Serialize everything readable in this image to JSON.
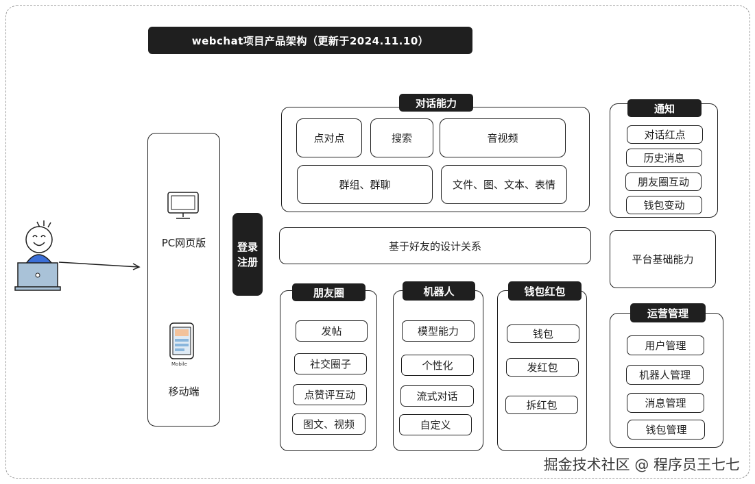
{
  "title": "webchat项目产品架构（更新于2024.11.10）",
  "clients": {
    "pc_label": "PC网页版",
    "mobile_label": "移动端",
    "mobile_screen_text": "Mobile"
  },
  "login_label": "登录注册",
  "chat": {
    "title": "对话能力",
    "items": [
      "点对点",
      "搜索",
      "音视频",
      "群组、群聊",
      "文件、图、文本、表情"
    ]
  },
  "friend_relation": "基于好友的设计关系",
  "moments": {
    "title": "朋友圈",
    "items": [
      "发帖",
      "社交圈子",
      "点赞评互动",
      "图文、视频"
    ]
  },
  "robot": {
    "title": "机器人",
    "items": [
      "模型能力",
      "个性化",
      "流式对话",
      "自定义"
    ]
  },
  "wallet": {
    "title": "钱包红包",
    "items": [
      "钱包",
      "发红包",
      "拆红包"
    ]
  },
  "notify": {
    "title": "通知",
    "items": [
      "对话红点",
      "历史消息",
      "朋友圈互动",
      "钱包变动"
    ]
  },
  "platform": "平台基础能力",
  "ops": {
    "title": "运营管理",
    "items": [
      "用户管理",
      "机器人管理",
      "消息管理",
      "钱包管理"
    ]
  },
  "watermark": "掘金技术社区 @ 程序员王七七",
  "colors": {
    "dark": "#1f1f1f",
    "line": "#1e1e1e",
    "person": "#3b6fd8",
    "laptop": "#a9c2d8"
  }
}
